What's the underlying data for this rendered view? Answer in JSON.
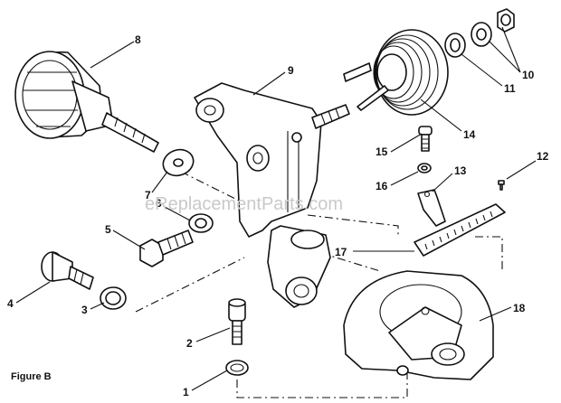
{
  "figure_label": "Figure B",
  "watermark": "eReplacementParts.com",
  "callouts": [
    {
      "id": "c1",
      "text": "1"
    },
    {
      "id": "c2",
      "text": "2"
    },
    {
      "id": "c3",
      "text": "3"
    },
    {
      "id": "c4",
      "text": "4"
    },
    {
      "id": "c5",
      "text": "5"
    },
    {
      "id": "c6",
      "text": "6"
    },
    {
      "id": "c7",
      "text": "7"
    },
    {
      "id": "c8",
      "text": "8"
    },
    {
      "id": "c9",
      "text": "9"
    },
    {
      "id": "c10",
      "text": "10"
    },
    {
      "id": "c11",
      "text": "11"
    },
    {
      "id": "c12",
      "text": "12"
    },
    {
      "id": "c13",
      "text": "13"
    },
    {
      "id": "c14",
      "text": "14"
    },
    {
      "id": "c15",
      "text": "15"
    },
    {
      "id": "c16",
      "text": "16"
    },
    {
      "id": "c17",
      "text": "17"
    },
    {
      "id": "c18",
      "text": "18"
    }
  ]
}
